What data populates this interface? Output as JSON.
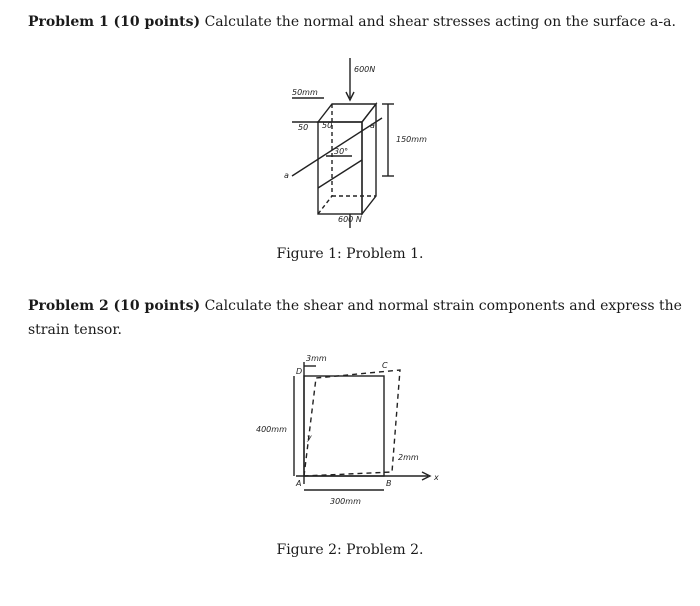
{
  "problem1": {
    "heading": "Problem 1 (10 points)",
    "text": "Calculate the normal and shear stresses acting on the surface a-a."
  },
  "figure1": {
    "labels": {
      "top_force": "600N",
      "bottom_force": "600 N",
      "dim_top": "50mm",
      "dim_side": "50",
      "dim_front": "50",
      "angle": "30°",
      "height": "150mm",
      "section_a_left": "a",
      "section_a_right": "a"
    },
    "caption": "Figure 1: Problem 1."
  },
  "problem2": {
    "heading": "Problem 2 (10 points)",
    "text": "Calculate the shear and normal strain components and express the strain tensor."
  },
  "figure2": {
    "labels": {
      "top_disp": "3mm",
      "height": "400mm",
      "width": "300mm",
      "right_disp": "2mm",
      "axis_x": "x",
      "point_a": "A",
      "point_d": "D",
      "point_c": "C",
      "point_b": "B",
      "y_label": "y"
    },
    "caption": "Figure 2: Problem 2."
  }
}
